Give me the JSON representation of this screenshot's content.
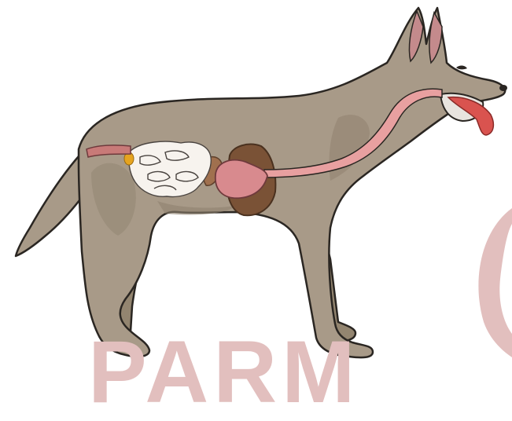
{
  "watermark": {
    "text": "PARM",
    "color": "#e2bfbe"
  },
  "colors": {
    "fur": "#a89a88",
    "fur_outline": "#2a2622",
    "fur_shadow": "#8f826f",
    "digestive_tract": "#e8a0a0",
    "stomach": "#d88a8e",
    "liver": "#7a5236",
    "intestines": "#f7f3ee",
    "tongue": "#d9534f",
    "gallbladder": "#e6a420"
  },
  "illustration": {
    "subject": "dog-digestive-system",
    "organs": [
      "esophagus",
      "stomach",
      "liver",
      "spleen",
      "small-intestine",
      "large-intestine",
      "gallbladder",
      "tongue",
      "rectum"
    ]
  }
}
